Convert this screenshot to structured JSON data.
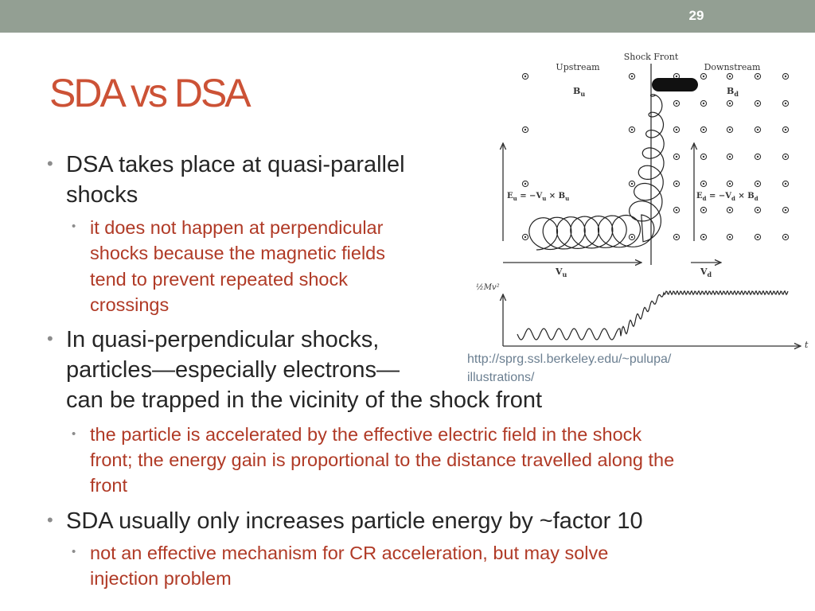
{
  "slide": {
    "number": "29",
    "title": "SDA vs DSA"
  },
  "bullets": [
    {
      "lines": [
        "DSA takes place at quasi-parallel",
        "shocks"
      ],
      "sub": [
        {
          "lines": [
            "it does not happen at perpendicular",
            "shocks because the magnetic fields",
            "tend to prevent repeated shock",
            "crossings"
          ]
        }
      ]
    },
    {
      "lines": [
        "In quasi-perpendicular shocks,",
        "particles—especially electrons—",
        "can be trapped in the vicinity of the shock front"
      ],
      "sub": [
        {
          "lines": [
            "the particle is accelerated by the effective electric field in the shock",
            "front; the energy gain is proportional to the distance travelled along the",
            "front"
          ]
        }
      ]
    },
    {
      "lines": [
        "SDA usually only increases particle energy by ~factor 10"
      ],
      "sub": [
        {
          "lines": [
            "not an effective mechanism for CR acceleration, but may solve",
            "injection problem"
          ]
        }
      ]
    }
  ],
  "bullet_char": "•",
  "figure": {
    "upstream": "Upstream",
    "shock_front": "Shock Front",
    "downstream": "Downstream",
    "b_u": "B",
    "b_u_sub": "u",
    "b_d": "B",
    "b_d_sub": "d",
    "e_u": "E",
    "e_u_sub": "u",
    "e_u_rhs": " = −V",
    "e_u_rhs_sub": "u",
    "e_u_tail": " × B",
    "e_u_tail_sub": "u",
    "e_d": "E",
    "e_d_sub": "d",
    "e_d_rhs": " = −V",
    "e_d_rhs_sub": "d",
    "e_d_tail": " × B",
    "e_d_tail_sub": "d",
    "v_u": "V",
    "v_u_sub": "u",
    "v_d": "V",
    "v_d_sub": "d",
    "energy_label": "½Mv²",
    "t_label": "t"
  },
  "credit": {
    "line1": "http://sprg.ssl.berkeley.edu/~pulupa/",
    "line2": "illustrations/"
  },
  "colors": {
    "topbar": "#939f93",
    "title": "#cc5236",
    "body_text": "#262626",
    "sub_text": "#b03a26",
    "credit": "#6b7f91"
  }
}
